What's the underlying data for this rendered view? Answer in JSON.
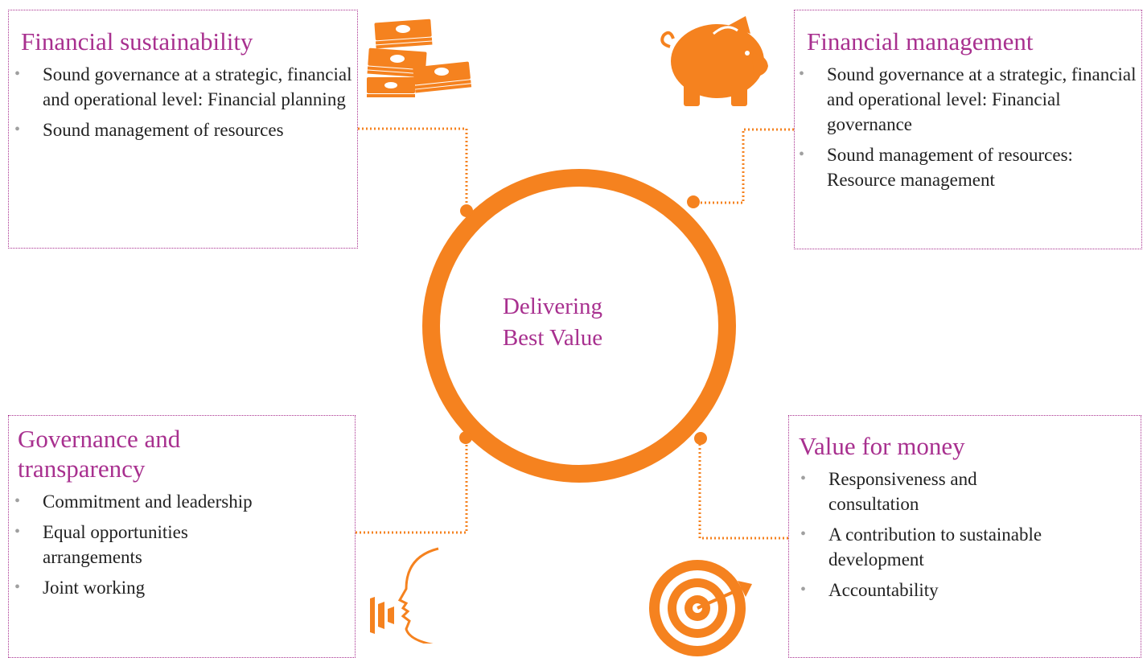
{
  "center": {
    "line1": "Delivering",
    "line2": "Best Value"
  },
  "colors": {
    "accent": "#f5821f",
    "heading": "#a8308f",
    "border": "#a8308f"
  },
  "quadrants": {
    "top_left": {
      "title": "Financial sustainability",
      "icon": "money-stack-icon",
      "items": [
        "Sound governance at a strategic, financial and operational level: Financial planning",
        "Sound management of resources"
      ]
    },
    "top_right": {
      "title": "Financial management",
      "icon": "piggy-bank-icon",
      "items": [
        "Sound governance at a strategic, financial and operational level: Financial governance",
        "Sound management of resources: Resource management"
      ]
    },
    "bottom_left": {
      "title": "Governance and transparency",
      "icon": "speaking-head-icon",
      "items": [
        "Commitment and leadership",
        "Equal opportunities arrangements",
        "Joint working"
      ]
    },
    "bottom_right": {
      "title": "Value for money",
      "icon": "target-arrow-icon",
      "items": [
        "Responsiveness and consultation",
        "A contribution to sustainable development",
        "Accountability"
      ]
    }
  }
}
